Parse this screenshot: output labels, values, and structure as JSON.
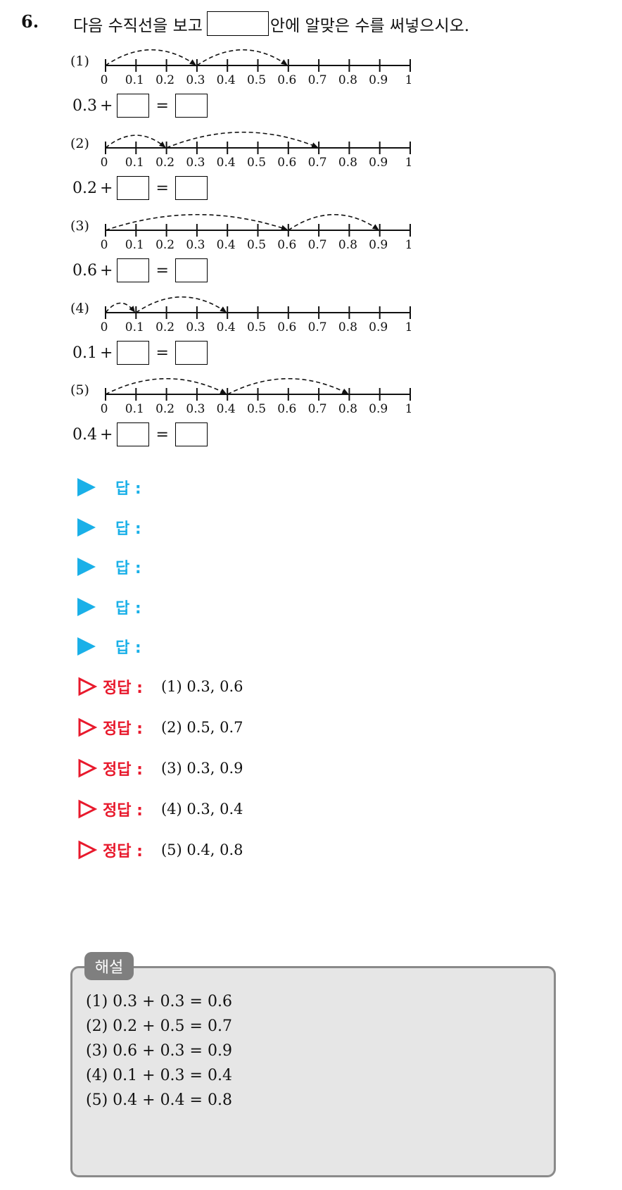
{
  "question": {
    "number": "6.",
    "prompt_before": "다음 수직선을 보고",
    "prompt_after": "안에 알맞은 수를 써넣으시오."
  },
  "number_line_ticks": [
    "0",
    "0.1",
    "0.2",
    "0.3",
    "0.4",
    "0.5",
    "0.6",
    "0.7",
    "0.8",
    "0.9",
    "1"
  ],
  "problems": [
    {
      "label": "(1)",
      "first": "0.3",
      "hops": [
        [
          0,
          0.3
        ],
        [
          0.3,
          0.6
        ]
      ],
      "eq_left": "0.3",
      "plus": "+",
      "equals": "="
    },
    {
      "label": "(2)",
      "first": "0.2",
      "hops": [
        [
          0,
          0.2
        ],
        [
          0.2,
          0.7
        ]
      ],
      "eq_left": "0.2",
      "plus": "+",
      "equals": "="
    },
    {
      "label": "(3)",
      "first": "0.6",
      "hops": [
        [
          0,
          0.6
        ],
        [
          0.6,
          0.9
        ]
      ],
      "eq_left": "0.6",
      "plus": "+",
      "equals": "="
    },
    {
      "label": "(4)",
      "first": "0.1",
      "hops": [
        [
          0,
          0.1
        ],
        [
          0.1,
          0.4
        ]
      ],
      "eq_left": "0.1",
      "plus": "+",
      "equals": "="
    },
    {
      "label": "(5)",
      "first": "0.4",
      "hops": [
        [
          0,
          0.4
        ],
        [
          0.4,
          0.8
        ]
      ],
      "eq_left": "0.4",
      "plus": "+",
      "equals": "="
    }
  ],
  "answer_label": "답 :",
  "answer_rows": [
    "답 :",
    "답 :",
    "답 :",
    "답 :",
    "답 :"
  ],
  "correct_label": "정답 :",
  "correct_answers": [
    "(1) 0.3, 0.6",
    "(2) 0.5, 0.7",
    "(3) 0.3, 0.9",
    "(4) 0.3, 0.4",
    "(5) 0.4, 0.8"
  ],
  "solution": {
    "tab_label": "해설",
    "lines": [
      "(1) 0.3 + 0.3 = 0.6",
      "(2) 0.2 + 0.5 = 0.7",
      "(3) 0.6 + 0.3 = 0.9",
      "(4) 0.1 + 0.3 = 0.4",
      "(5) 0.4 + 0.4 = 0.8"
    ]
  },
  "colors": {
    "answer": "#1ab0e8",
    "correct": "#e8192c",
    "solution_bg": "#e6e6e6",
    "solution_border": "#8a8a8a"
  }
}
